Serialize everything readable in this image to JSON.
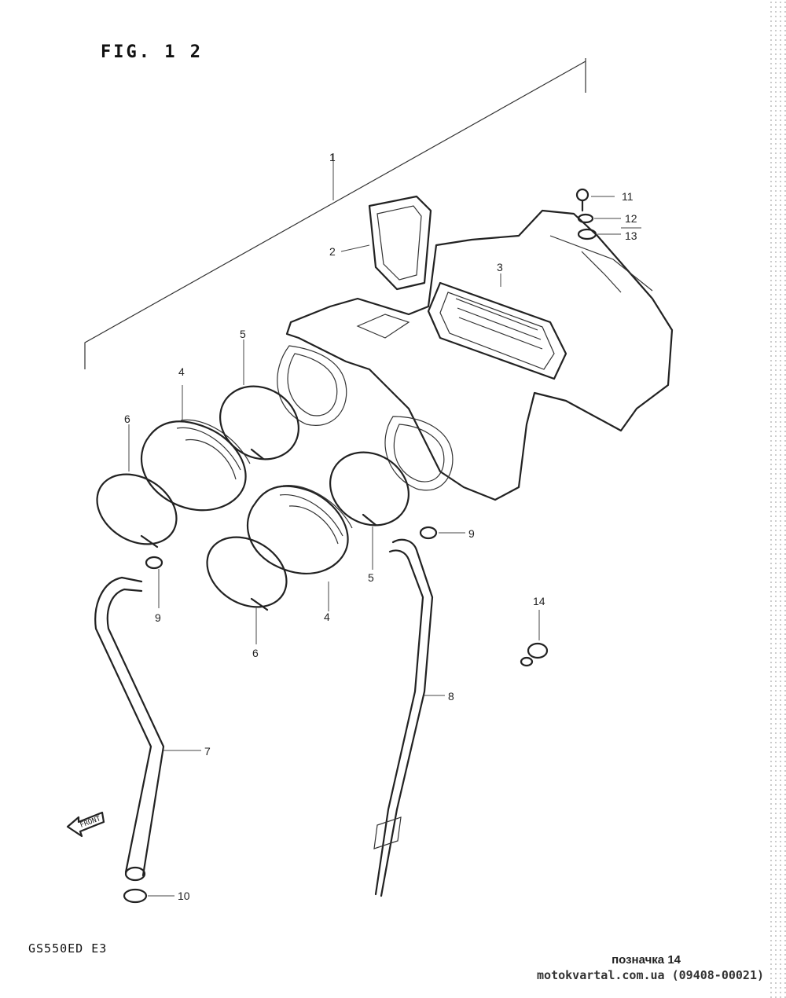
{
  "figure": {
    "title": "FIG. 1 2",
    "model_code": "GS550ED E3",
    "note_label": "позначка 14",
    "watermark": "motokvartal.com.ua (09408-00021)"
  },
  "callouts": [
    {
      "id": "c1",
      "label": "1"
    },
    {
      "id": "c2",
      "label": "2"
    },
    {
      "id": "c3",
      "label": "3"
    },
    {
      "id": "c4a",
      "label": "4"
    },
    {
      "id": "c4b",
      "label": "4"
    },
    {
      "id": "c5a",
      "label": "5"
    },
    {
      "id": "c5b",
      "label": "5"
    },
    {
      "id": "c6a",
      "label": "6"
    },
    {
      "id": "c6b",
      "label": "6"
    },
    {
      "id": "c7",
      "label": "7"
    },
    {
      "id": "c8",
      "label": "8"
    },
    {
      "id": "c9a",
      "label": "9"
    },
    {
      "id": "c9b",
      "label": "9"
    },
    {
      "id": "c10",
      "label": "10"
    },
    {
      "id": "c11",
      "label": "11"
    },
    {
      "id": "c12",
      "label": "12"
    },
    {
      "id": "c13",
      "label": "13"
    },
    {
      "id": "c14",
      "label": "14"
    }
  ],
  "front_arrow": {
    "label": "FRONT",
    "icon": "front-arrow-icon"
  }
}
